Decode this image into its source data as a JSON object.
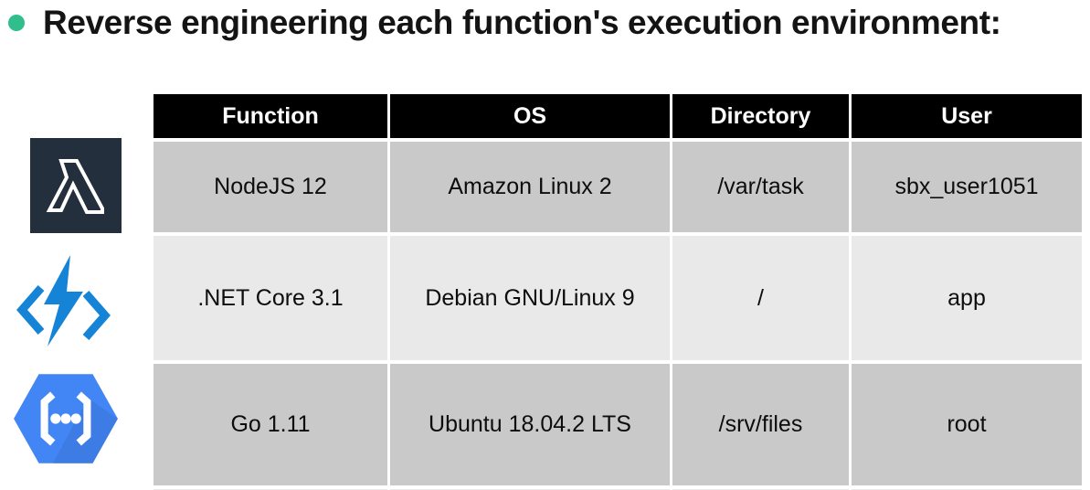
{
  "slide": {
    "title": "Reverse engineering each function's execution environment:",
    "bullet_color": "#2fbe8c"
  },
  "table": {
    "headers": [
      "Function",
      "OS",
      "Directory",
      "User"
    ],
    "rows": [
      {
        "icon": "aws-lambda-icon",
        "function": "NodeJS 12",
        "os": "Amazon Linux 2",
        "directory": "/var/task",
        "user": "sbx_user1051"
      },
      {
        "icon": "azure-functions-icon",
        "function": ".NET Core 3.1",
        "os": "Debian GNU/Linux 9",
        "directory": "/",
        "user": "app"
      },
      {
        "icon": "gcp-cloud-functions-icon",
        "function": "Go 1.11",
        "os": "Ubuntu 18.04.2 LTS",
        "directory": "/srv/files",
        "user": "root"
      }
    ]
  },
  "colors": {
    "header_bg": "#000000",
    "header_text": "#ffffff",
    "row_dark": "#c9c9c9",
    "row_light": "#e9e9e9",
    "aws_navy": "#242f3e",
    "azure_blue": "#1584d6",
    "gcp_blue": "#4285f4"
  }
}
